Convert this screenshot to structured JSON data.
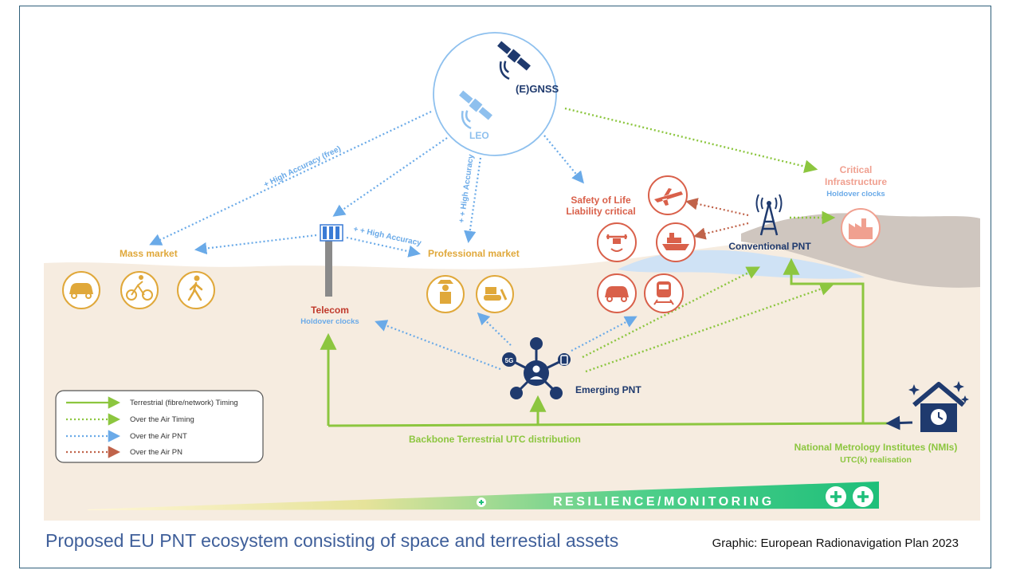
{
  "space": {
    "egnss": "(E)GNSS",
    "leo": "LEO"
  },
  "mass_market": {
    "title": "Mass market",
    "icons": [
      "car-icon",
      "bicycle-icon",
      "pedestrian-icon"
    ]
  },
  "telecom": {
    "title": "Telecom",
    "subtitle": "Holdover clocks"
  },
  "professional_market": {
    "title": "Professional market",
    "icons": [
      "farmer-icon",
      "bulldozer-icon"
    ]
  },
  "safety_of_life": {
    "line1": "Safety of Life",
    "line2": "Liability critical",
    "icons": [
      "airplane-icon",
      "drone-icon",
      "ship-icon",
      "car-icon",
      "train-icon"
    ]
  },
  "conventional_pnt": {
    "title": "Conventional PNT"
  },
  "critical_infrastructure": {
    "line1": "Critical",
    "line2": "Infrastructure",
    "subtitle": "Holdover clocks"
  },
  "emerging_pnt": {
    "title": "Emerging PNT",
    "hub_badge": "5G"
  },
  "arrow_labels": {
    "high_accuracy_free": "+ High Accuracy (free)",
    "plus_plus_high_accuracy_telecom": "+ + High Accuracy",
    "plus_plus_high_accuracy_space": "+ + High Accuracy"
  },
  "backbone": "Backbone Terrestrial UTC distribution",
  "nmi": {
    "title": "National Metrology Institutes (NMIs)",
    "subtitle": "UTC(k) realisation"
  },
  "resilience": {
    "label": "RESILIENCE/MONITORING"
  },
  "legend": [
    {
      "label": "Terrestrial (fibre/network) Timing",
      "style": "solid",
      "color": "#8cc63f"
    },
    {
      "label": "Over the Air Timing",
      "style": "dotted",
      "color": "#8cc63f"
    },
    {
      "label": "Over the Air PNT",
      "style": "dotted",
      "color": "#6aaae8"
    },
    {
      "label": "Over the Air PN",
      "style": "dotted",
      "color": "#c0634a"
    }
  ],
  "colors": {
    "gold": "#e0a83a",
    "salmon": "#d9604a",
    "red": "#c0392b",
    "blue": "#6aaae8",
    "navy": "#1f3a6e",
    "green": "#8cc63f",
    "beige": "#f6ece0",
    "grey": "#c8c0bb"
  },
  "caption": "Proposed EU PNT ecosystem consisting of space and terrestial assets",
  "credit": "Graphic: European Radionavigation Plan 2023"
}
